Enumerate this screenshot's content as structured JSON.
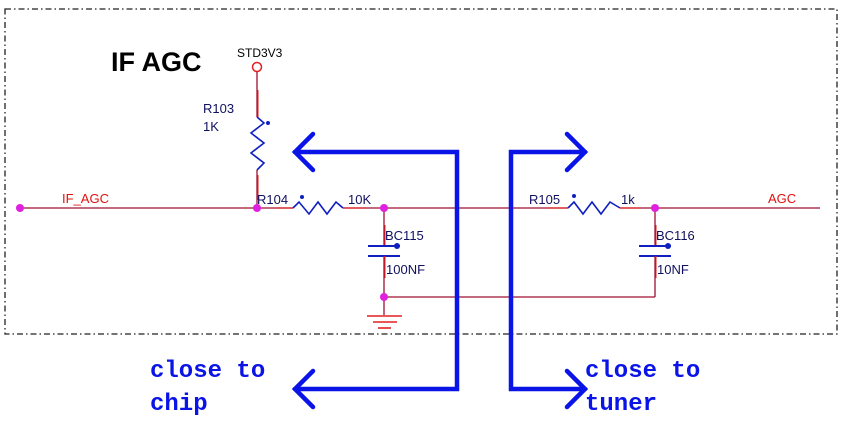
{
  "title": "IF AGC",
  "power": {
    "label": "STD3V3"
  },
  "nets": {
    "input": "IF_AGC",
    "output": "AGC"
  },
  "components": {
    "r103": {
      "ref": "R103",
      "value": "1K"
    },
    "r104": {
      "ref": "R104",
      "value": "10K"
    },
    "r105": {
      "ref": "R105",
      "value": "1k"
    },
    "bc115": {
      "ref": "BC115",
      "value": "100NF"
    },
    "bc116": {
      "ref": "BC116",
      "value": "10NF"
    }
  },
  "annotations": {
    "chip": {
      "line1": "close to",
      "line2": "chip"
    },
    "tuner": {
      "line1": "close to",
      "line2": "tuner"
    }
  },
  "colors": {
    "wire": "#a01030",
    "pin": "#e02020",
    "component": "#1020c0",
    "junction": "#e020e0",
    "arrow": "#0a14e6",
    "border": "#202020"
  }
}
